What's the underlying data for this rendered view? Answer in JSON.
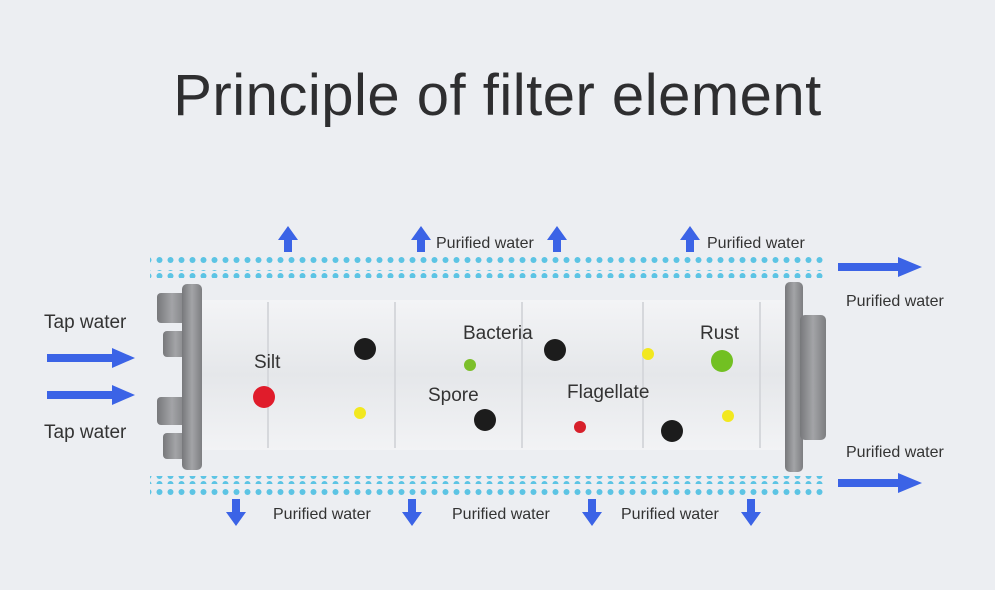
{
  "title": "Principle of filter element",
  "labels": {
    "inlet_top": "Tap water",
    "inlet_bottom": "Tap water",
    "outlet_top_mid": "Purified water",
    "outlet_top_right": "Purified water",
    "outlet_right_upper": "Purified water",
    "outlet_right_lower": "Purified water",
    "outlet_bottom_1": "Purified water",
    "outlet_bottom_2": "Purified water",
    "outlet_bottom_3": "Purified water"
  },
  "particles": {
    "silt": "Silt",
    "bacteria": "Bacteria",
    "spore": "Spore",
    "flagellate": "Flagellate",
    "rust": "Rust"
  },
  "colors": {
    "arrow": "#3b63e6",
    "membrane_dots": "#5cc4e4",
    "silt": "#e01c2b",
    "bacteria": "#7cbf2a",
    "rust": "#72c022",
    "flagellate": "#d7202b",
    "yellow_particle": "#f2e81f",
    "black_particle": "#1c1c1c",
    "cap": "#8e8f92"
  }
}
